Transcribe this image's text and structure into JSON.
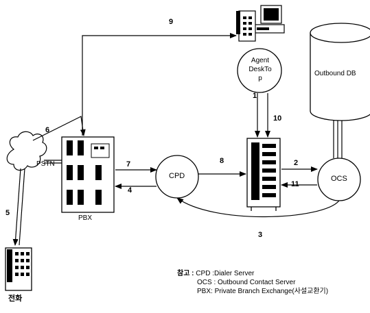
{
  "nodes": {
    "agent": {
      "line1": "Agent",
      "line2": "DeskTo",
      "line3": "p"
    },
    "outbound_db": "Outbound DB",
    "cpd": "CPD",
    "ocs": "OCS",
    "pbx": "PBX",
    "pstn": "PSTN",
    "phone": "전화"
  },
  "arrows": {
    "a1": "1",
    "a2": "2",
    "a3": "3",
    "a4": "4",
    "a5": "5",
    "a6": "6",
    "a7": "7",
    "a8": "8",
    "a9": "9",
    "a10": "10",
    "a11": "11"
  },
  "legend": {
    "head": "참고 :",
    "rows": [
      {
        "key": "CPD",
        "sep": ":",
        "value": "Dialer Server"
      },
      {
        "key": "OCS",
        "sep": ":",
        "value": "Outbound Contact Server"
      },
      {
        "key": "PBX",
        "sep": ":",
        "value": "Private Branch Exchange(사설교환기)"
      }
    ]
  }
}
